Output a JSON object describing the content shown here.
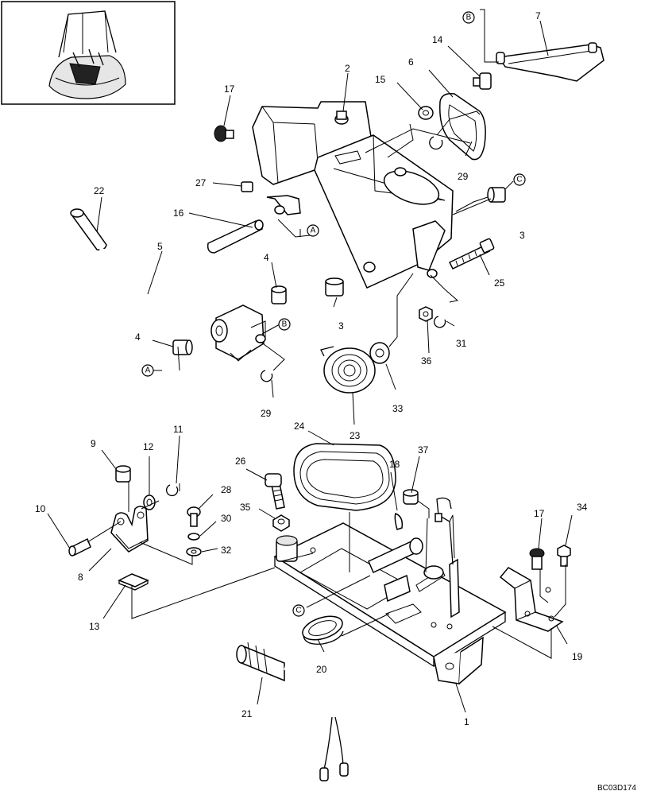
{
  "callouts": [
    {
      "id": "c7",
      "label": "7"
    },
    {
      "id": "c14",
      "label": "14"
    },
    {
      "id": "c6",
      "label": "6"
    },
    {
      "id": "c15",
      "label": "15"
    },
    {
      "id": "c2",
      "label": "2"
    },
    {
      "id": "c17a",
      "label": "17"
    },
    {
      "id": "c29a",
      "label": "29"
    },
    {
      "id": "c27",
      "label": "27"
    },
    {
      "id": "c22",
      "label": "22"
    },
    {
      "id": "c16",
      "label": "16"
    },
    {
      "id": "c3a",
      "label": "3"
    },
    {
      "id": "c5",
      "label": "5"
    },
    {
      "id": "c4a",
      "label": "4"
    },
    {
      "id": "c25",
      "label": "25"
    },
    {
      "id": "c3b",
      "label": "3"
    },
    {
      "id": "c4b",
      "label": "4"
    },
    {
      "id": "c31",
      "label": "31"
    },
    {
      "id": "c36",
      "label": "36"
    },
    {
      "id": "c33",
      "label": "33"
    },
    {
      "id": "c29b",
      "label": "29"
    },
    {
      "id": "c23",
      "label": "23"
    },
    {
      "id": "c24",
      "label": "24"
    },
    {
      "id": "c11",
      "label": "11"
    },
    {
      "id": "c9",
      "label": "9"
    },
    {
      "id": "c12",
      "label": "12"
    },
    {
      "id": "c26",
      "label": "26"
    },
    {
      "id": "c18",
      "label": "18"
    },
    {
      "id": "c37",
      "label": "37"
    },
    {
      "id": "c28",
      "label": "28"
    },
    {
      "id": "c10",
      "label": "10"
    },
    {
      "id": "c30",
      "label": "30"
    },
    {
      "id": "c35",
      "label": "35"
    },
    {
      "id": "c17b",
      "label": "17"
    },
    {
      "id": "c34",
      "label": "34"
    },
    {
      "id": "c32",
      "label": "32"
    },
    {
      "id": "c8",
      "label": "8"
    },
    {
      "id": "c13",
      "label": "13"
    },
    {
      "id": "c19",
      "label": "19"
    },
    {
      "id": "c20",
      "label": "20"
    },
    {
      "id": "c21",
      "label": "21"
    },
    {
      "id": "c1",
      "label": "1"
    }
  ],
  "refs": [
    {
      "id": "rB1",
      "letter": "B"
    },
    {
      "id": "rC1",
      "letter": "C"
    },
    {
      "id": "rA1",
      "letter": "A"
    },
    {
      "id": "rB2",
      "letter": "B"
    },
    {
      "id": "rA2",
      "letter": "A"
    },
    {
      "id": "rC2",
      "letter": "C"
    }
  ],
  "drawing_code": "BC03D174"
}
